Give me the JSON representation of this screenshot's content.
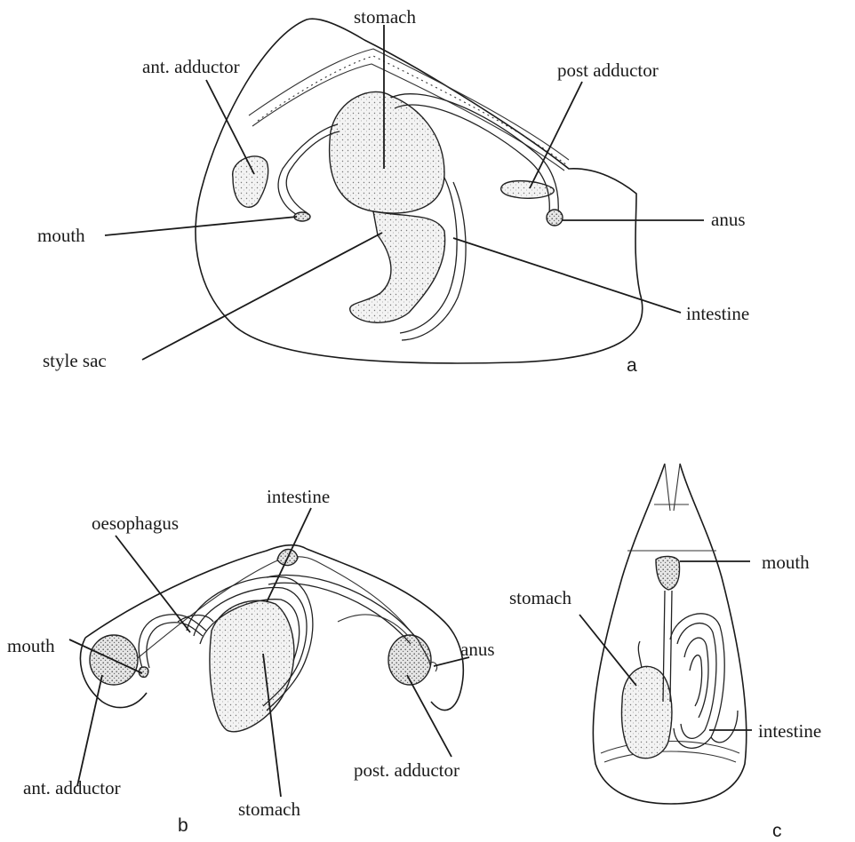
{
  "panel_a": {
    "letter": "a",
    "labels": {
      "stomach": "stomach",
      "ant_adductor": "ant. adductor",
      "post_adductor": "post  adductor",
      "mouth": "mouth",
      "anus": "anus",
      "intestine": "intestine",
      "style_sac": "style sac"
    }
  },
  "panel_b": {
    "letter": "b",
    "labels": {
      "intestine": "intestine",
      "oesophagus": "oesophagus",
      "mouth": "mouth",
      "anus": "anus",
      "ant_adductor": "ant. adductor",
      "post_adductor": "post. adductor",
      "stomach": "stomach"
    }
  },
  "panel_c": {
    "letter": "c",
    "labels": {
      "mouth": "mouth",
      "stomach": "stomach",
      "intestine": "intestine"
    }
  }
}
